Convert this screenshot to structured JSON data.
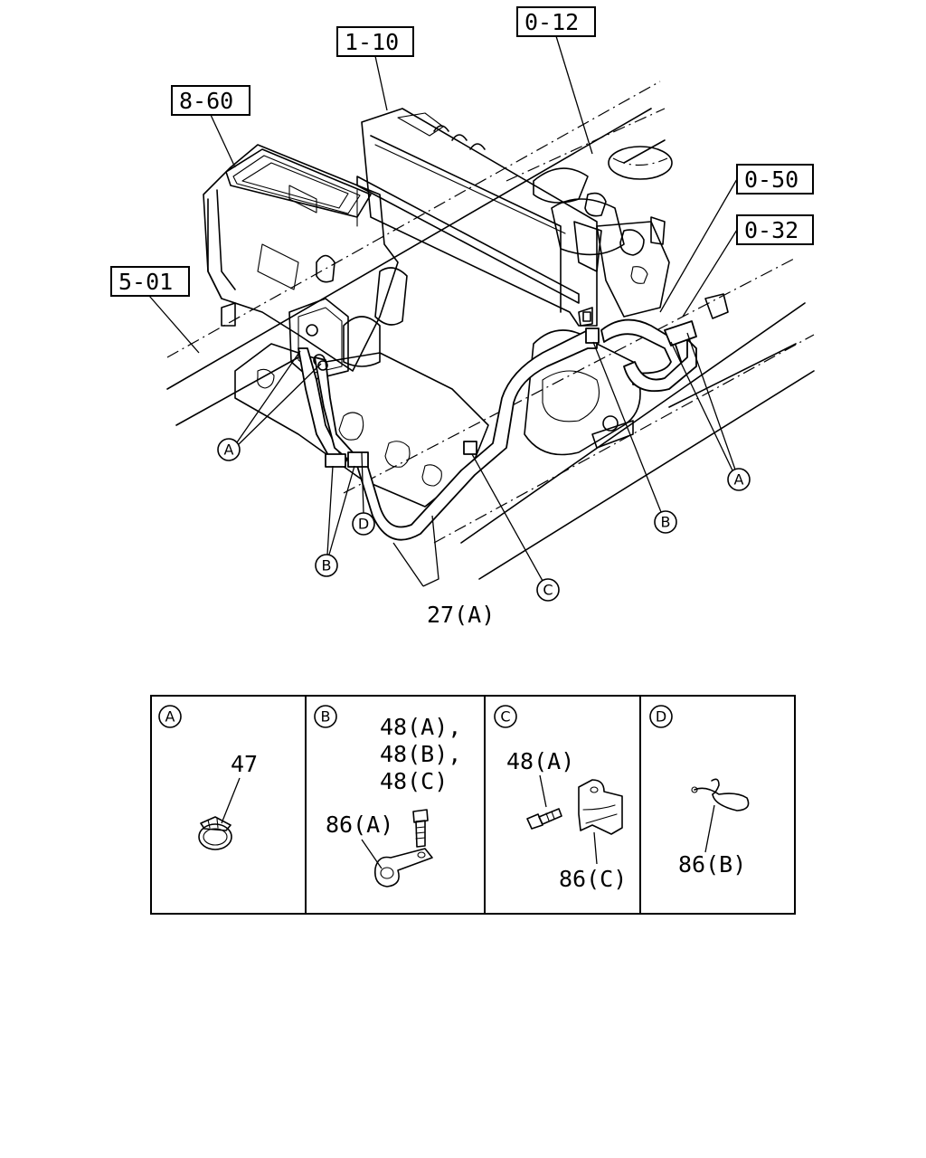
{
  "callouts": {
    "ref_1_10": "1-10",
    "ref_0_12": "0-12",
    "ref_8_60": "8-60",
    "ref_0_50": "0-50",
    "ref_0_32": "0-32",
    "ref_5_01": "5-01",
    "part_27a": "27(A)"
  },
  "markers": {
    "a": "A",
    "b": "B",
    "c": "C",
    "d": "D"
  },
  "detail_table": {
    "panel_a": {
      "marker": "A",
      "part_47": "47"
    },
    "panel_b": {
      "marker": "B",
      "part_48a": "48(A),",
      "part_48b": "48(B),",
      "part_48c": "48(C)",
      "part_86a": "86(A)"
    },
    "panel_c": {
      "marker": "C",
      "part_48a": "48(A)",
      "part_86c": "86(C)"
    },
    "panel_d": {
      "marker": "D",
      "part_86b": "86(B)"
    }
  }
}
